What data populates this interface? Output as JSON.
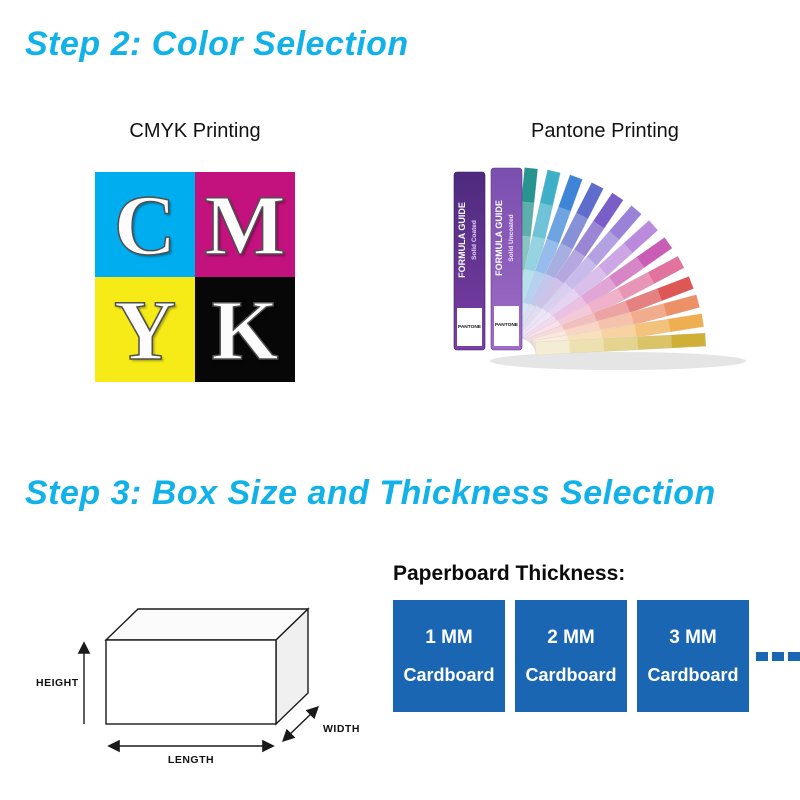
{
  "meta": {
    "background": "#ffffff"
  },
  "palette": {
    "accent_blue": "#12B2E8",
    "card_blue": "#1B66B3",
    "cmyk_cyan": "#00AEEF",
    "cmyk_magenta": "#C3117E",
    "cmyk_yellow": "#F6EB16",
    "cmyk_black": "#070707"
  },
  "step2": {
    "title": "Step 2: Color Selection",
    "cmyk": {
      "heading": "CMYK Printing",
      "tiles": [
        {
          "letter": "C",
          "color": "#00AEEF"
        },
        {
          "letter": "M",
          "color": "#C3117E"
        },
        {
          "letter": "Y",
          "color": "#F6EB16"
        },
        {
          "letter": "K",
          "color": "#070707"
        }
      ]
    },
    "pantone": {
      "heading": "Pantone Printing",
      "guides": [
        {
          "name": "FORMULA GUIDE",
          "finish": "Solid Coated",
          "brand": "PANTONE"
        },
        {
          "name": "FORMULA GUIDE",
          "finish": "Solid Uncoated",
          "brand": "PANTONE"
        }
      ]
    }
  },
  "step3": {
    "title": "Step 3: Box Size and Thickness Selection",
    "box_diagram": {
      "height_label": "HEIGHT",
      "length_label": "LENGTH",
      "width_label": "WIDTH"
    },
    "thickness": {
      "heading": "Paperboard Thickness:",
      "options": [
        {
          "size": "1 MM",
          "material": "Cardboard"
        },
        {
          "size": "2 MM",
          "material": "Cardboard"
        },
        {
          "size": "3 MM",
          "material": "Cardboard"
        }
      ],
      "more_icon": "ellipsis-squares"
    }
  }
}
